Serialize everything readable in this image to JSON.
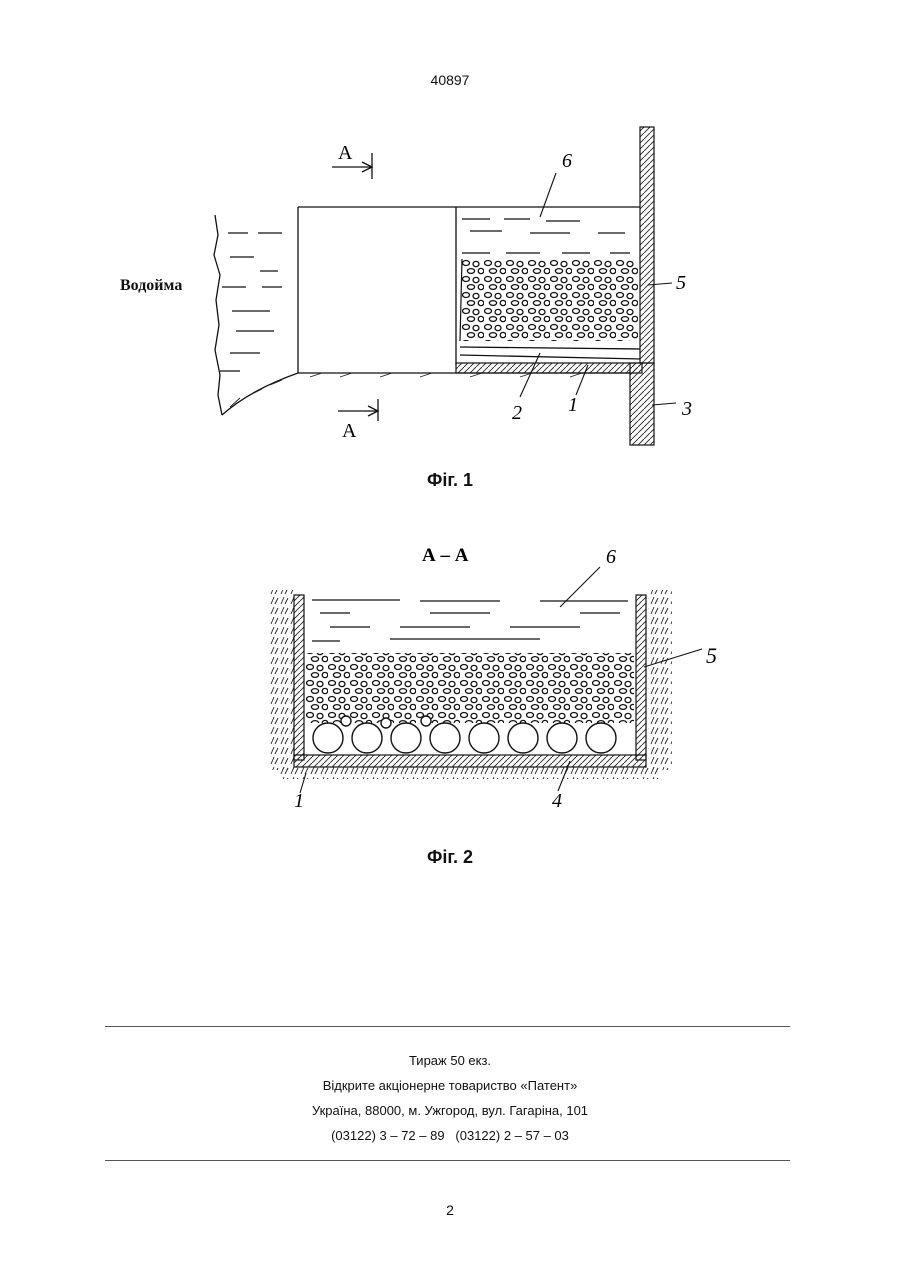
{
  "header": {
    "page_number": "40897"
  },
  "figure1": {
    "caption": "Фіг. 1",
    "reservoir_label": "Водойма",
    "section_marker": "А",
    "labels": [
      "1",
      "2",
      "3",
      "5",
      "6"
    ]
  },
  "figure2": {
    "caption": "Фіг. 2",
    "section_title": "А – А",
    "labels": [
      "1",
      "4",
      "5",
      "6"
    ]
  },
  "imprint": {
    "line1": "Тираж 50 екз.",
    "line2": "Відкрите акціонерне товариство «Патент»",
    "line3": "Україна, 88000, м. Ужгород, вул. Гагаріна, 101",
    "line4": "(03122) 3 – 72 – 89   (03122) 2 – 57 – 03"
  },
  "footer": {
    "page_number": "2"
  }
}
